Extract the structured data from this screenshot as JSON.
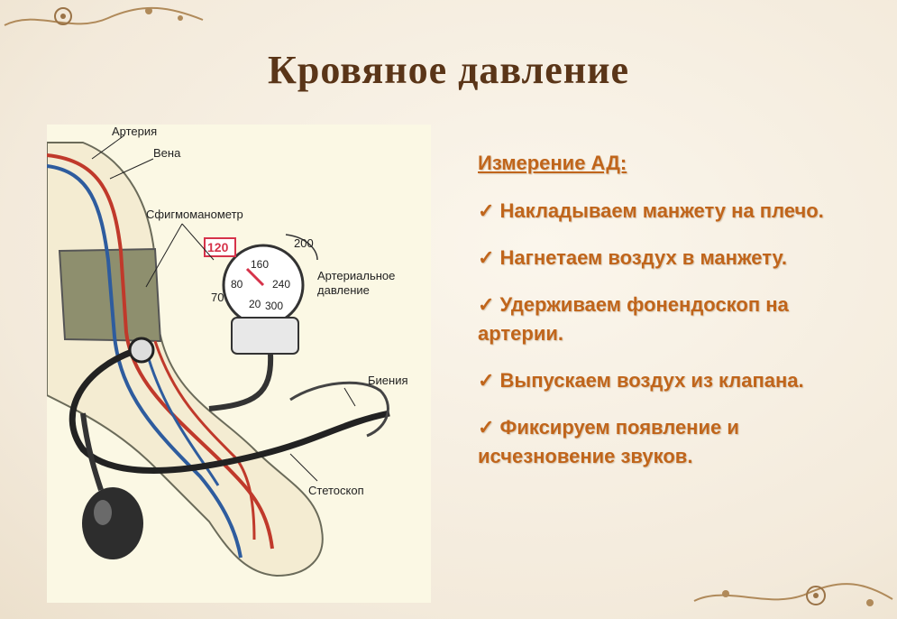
{
  "title": "Кровяное давление",
  "diagram": {
    "labels": {
      "artery": "Артерия",
      "vein": "Вена",
      "sphygmomanometer": "Сфигмоманометр",
      "arterial_pressure_1": "Артериальное",
      "arterial_pressure_2": "давление",
      "beats": "Биения",
      "stethoscope": "Стетоскоп",
      "reading": "120"
    },
    "gauge_ticks": [
      "200",
      "160",
      "80",
      "240",
      "20",
      "300",
      "70"
    ]
  },
  "steps": {
    "heading": "Измерение АД:",
    "items": [
      "✓ Накладываем манжету на плечо.",
      "✓ Нагнетаем воздух в манжету.",
      "✓ Удерживаем фонендоскоп на артерии.",
      "✓ Выпускаем воздух из клапана.",
      "✓ Фиксируем появление и исчезновение звуков."
    ]
  },
  "colors": {
    "title": "#5a3518",
    "accent_text": "#c0651b",
    "artery": "#c0392b",
    "vein": "#2e5c9e",
    "cuff": "#8e8f6e",
    "reading_box": "#d6334a"
  }
}
